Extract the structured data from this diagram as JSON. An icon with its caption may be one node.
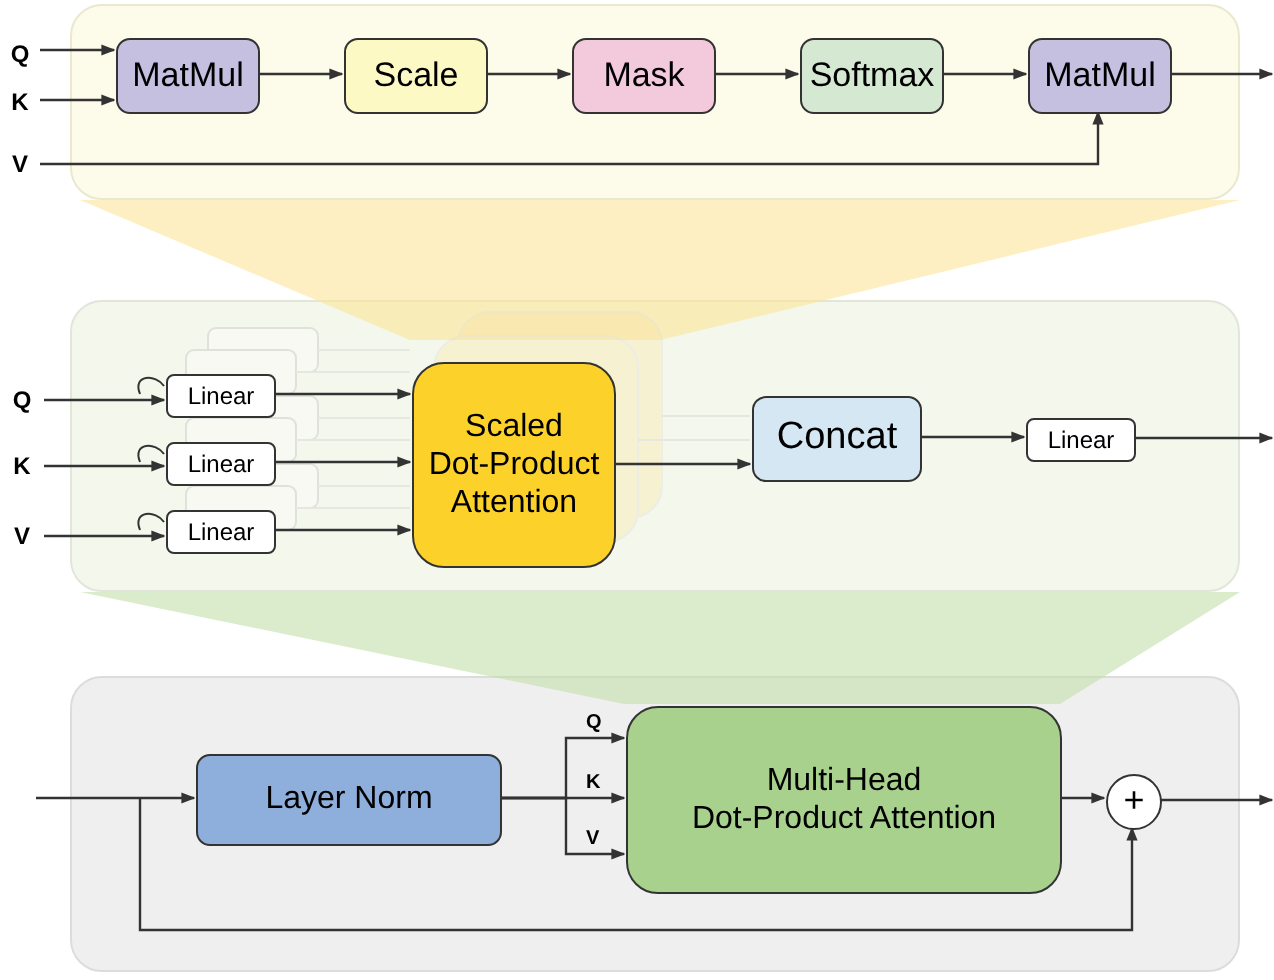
{
  "diagram": {
    "nodes": [
      {
        "text": [],
        "shape": "box"
      },
      {
        "text": [
          "Q"
        ]
      },
      {
        "text": [
          "K"
        ]
      },
      {
        "text": [
          "V"
        ]
      },
      {
        "text": [
          "MatMul"
        ],
        "in": 0
      },
      {
        "text": [
          "Scale"
        ],
        "in": 0
      },
      {
        "text": [
          "Mask"
        ],
        "in": 0
      },
      {
        "text": [
          "Softmax"
        ],
        "in": 0
      },
      {
        "text": [
          "MatMul"
        ],
        "in": 0
      },
      {
        "text": [],
        "shape": "box"
      },
      {
        "text": [
          "Q"
        ]
      },
      {
        "text": [
          "K"
        ]
      },
      {
        "text": [
          "V"
        ]
      },
      {
        "text": [
          "Linear"
        ],
        "in": 9
      },
      {
        "text": [
          "Linear"
        ],
        "in": 9
      },
      {
        "text": [
          "Linear"
        ],
        "in": 9
      },
      {
        "text": [
          "Scaled Dot-Product Attention"
        ],
        "in": 9
      },
      {
        "text": [
          "Concat"
        ],
        "in": 9
      },
      {
        "text": [
          "Linear"
        ],
        "in": 9
      },
      {
        "text": [],
        "shape": "box"
      },
      {
        "text": [
          "Layer Norm"
        ],
        "in": 19
      },
      {
        "text": [
          "Multi-Head Dot-Product Attention"
        ],
        "in": 19
      },
      {
        "text": [
          "+"
        ],
        "in": 19
      }
    ],
    "edges": [
      {
        "from": 1,
        "to": 4,
        "arrow": "to"
      },
      {
        "from": 2,
        "to": 4,
        "arrow": "to"
      },
      {
        "from": 3,
        "to": 8,
        "arrow": "to"
      },
      {
        "from": 4,
        "to": 5,
        "arrow": "to"
      },
      {
        "from": 5,
        "to": 6,
        "arrow": "to"
      },
      {
        "from": 6,
        "to": 7,
        "arrow": "to"
      },
      {
        "from": 7,
        "to": 8,
        "arrow": "to"
      },
      {
        "from": 8,
        "to": null,
        "arrow": "to"
      },
      {
        "from": 10,
        "to": 13,
        "arrow": "to"
      },
      {
        "from": 11,
        "to": 14,
        "arrow": "to"
      },
      {
        "from": 12,
        "to": 15,
        "arrow": "to"
      },
      {
        "from": 13,
        "to": 16,
        "arrow": "to"
      },
      {
        "from": 14,
        "to": 16,
        "arrow": "to"
      },
      {
        "from": 15,
        "to": 16,
        "arrow": "to"
      },
      {
        "from": 16,
        "to": 17,
        "arrow": "to"
      },
      {
        "from": 17,
        "to": 18,
        "arrow": "to"
      },
      {
        "from": 18,
        "to": null,
        "arrow": "to"
      },
      {
        "from": null,
        "to": 20,
        "arrow": "to"
      },
      {
        "from": 20,
        "to": 21,
        "arrow": "to",
        "label": "Q"
      },
      {
        "from": 20,
        "to": 21,
        "arrow": "to",
        "label": "K"
      },
      {
        "from": 20,
        "to": 21,
        "arrow": "to",
        "label": "V"
      },
      {
        "from": 21,
        "to": 22,
        "arrow": "to"
      },
      {
        "from": 22,
        "to": null,
        "arrow": "to"
      },
      {
        "from": null,
        "to": 22,
        "arrow": "to"
      }
    ]
  }
}
